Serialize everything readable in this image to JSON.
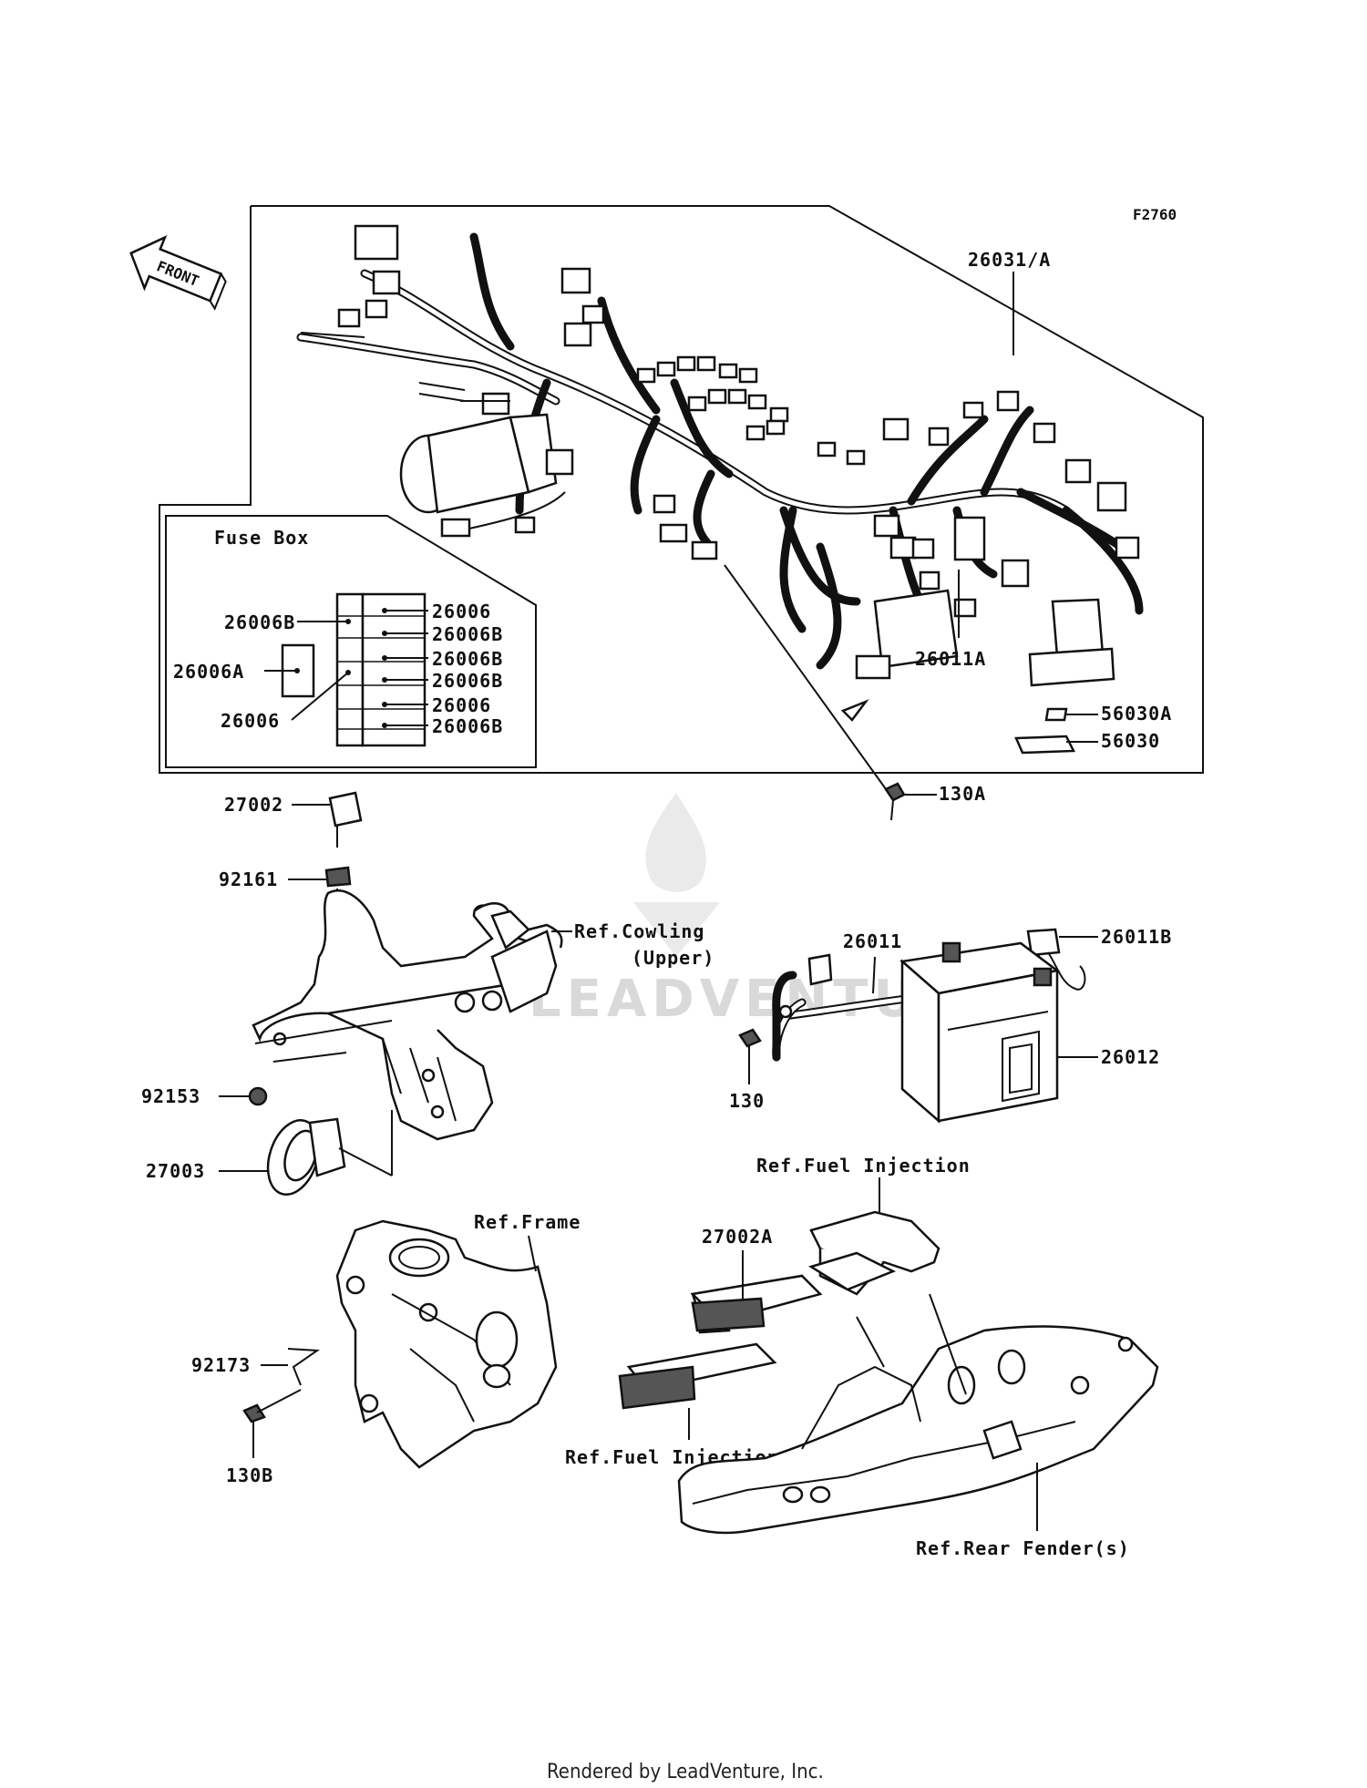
{
  "diagram_code": "F2760",
  "front_arrow": "FRONT",
  "fuse_box": {
    "title": "Fuse Box",
    "labels": {
      "l26006B_left": "26006B",
      "l26006A": "26006A",
      "l26006_left": "26006",
      "r1": "26006",
      "r2": "26006B",
      "r3": "26006B",
      "r4": "26006B",
      "r5": "26006",
      "r6": "26006B"
    }
  },
  "callouts": {
    "p26031A": "26031/A",
    "p26011A": "26011A",
    "p56030A": "56030A",
    "p56030": "56030",
    "p130A": "130A",
    "p27002": "27002",
    "p92161": "92161",
    "ref_cowling": "Ref.Cowling",
    "ref_cowling_sub": "(Upper)",
    "p92153": "92153",
    "p27003": "27003",
    "p26011": "26011",
    "p26011B": "26011B",
    "p130": "130",
    "p26012": "26012",
    "ref_fuel_injection_top": "Ref.Fuel Injection",
    "p27002A": "27002A",
    "ref_frame": "Ref.Frame",
    "p92173": "92173",
    "p130B": "130B",
    "ref_fuel_injection_bottom": "Ref.Fuel Injection",
    "ref_rear_fender": "Ref.Rear Fender(s)"
  },
  "watermark": "LEADVENTURE",
  "footer": "Rendered by LeadVenture, Inc."
}
